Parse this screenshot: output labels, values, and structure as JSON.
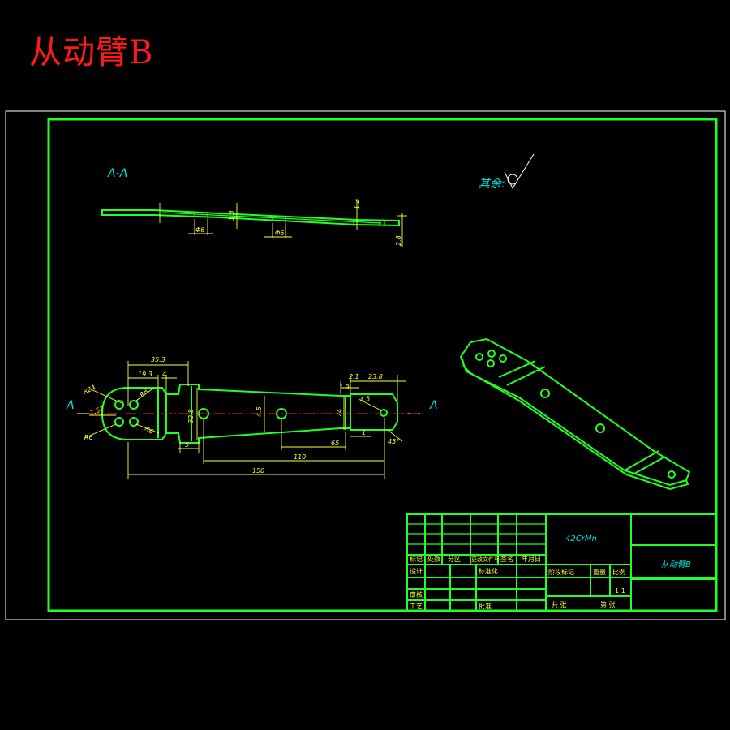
{
  "title": "从动臂B",
  "section_label": "A-A",
  "view_marker": "A",
  "roughness_note": "其余:",
  "dimensions": {
    "d35_3": "35.3",
    "d19_3": "19.3",
    "d4": "4",
    "d5": "5",
    "d32_8": "32.8",
    "d150": "150",
    "d110": "110",
    "d65": "65",
    "d1": "1",
    "d45deg": "45°",
    "d4_5": "4.5",
    "d24": "24",
    "d2_1": "2.1",
    "d23_8": "23.8",
    "d1_9": "1.9",
    "r24": "R24",
    "r6": "R6",
    "r6b": "R6",
    "r8": "R8",
    "phi6a": "Φ6",
    "phi6b": "Φ6",
    "d1_2": "1.2",
    "d2_8": "2.8",
    "d1_5": "1.5",
    "d4_5b": "4.5",
    "d1_57": "1.57"
  },
  "title_block": {
    "material": "42CrMn",
    "part_name": "从动臂B",
    "scale": "1:1",
    "labels": {
      "mark": "标记",
      "count": "处数",
      "zone": "分区",
      "doc_no": "更改文件号",
      "signature": "签名",
      "date": "年月日",
      "designer": "设计",
      "standardize": "标准化",
      "stage_mark": "阶段标记",
      "weight": "重量",
      "scale_label": "比例",
      "reviewer": "审核",
      "process": "工艺",
      "approve": "批准",
      "total_sheets": "共 张",
      "sheet_no": "第 张"
    }
  }
}
